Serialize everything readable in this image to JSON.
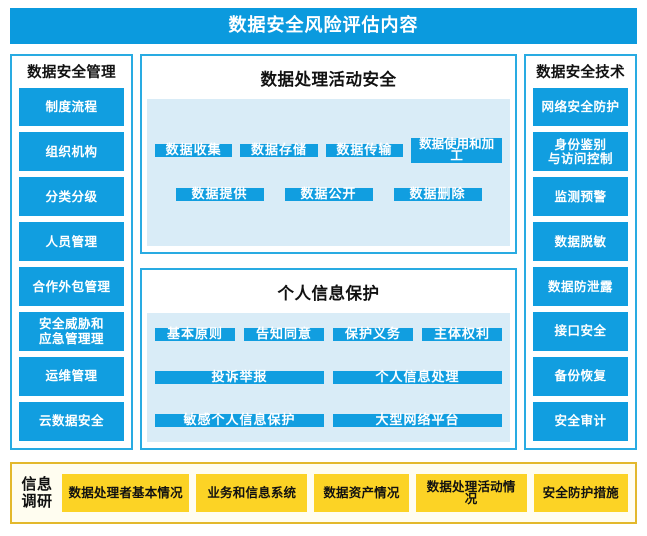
{
  "header": {
    "title": "数据安全风险评估内容",
    "bg_color": "#0b9ade",
    "text_color": "#ffffff"
  },
  "colors": {
    "panel_border": "#29abe2",
    "chip_blue": "#119ee0",
    "inner_panel": "#d9ecf7",
    "survey_border": "#e3b82c",
    "survey_bg": "#fffdf0",
    "survey_chip": "#fcd325"
  },
  "left_panel": {
    "title": "数据安全管理",
    "items": [
      {
        "label": "制度流程"
      },
      {
        "label": "组织机构"
      },
      {
        "label": "分类分级"
      },
      {
        "label": "人员管理"
      },
      {
        "label": "合作外包管理"
      },
      {
        "label": "安全威胁和",
        "label2": "应急管理理"
      },
      {
        "label": "运维管理"
      },
      {
        "label": "云数据安全"
      }
    ]
  },
  "right_panel": {
    "title": "数据安全技术",
    "items": [
      {
        "label": "网络安全防护"
      },
      {
        "label": "身份鉴别",
        "label2": "与访问控制"
      },
      {
        "label": "监测预警"
      },
      {
        "label": "数据脱敏"
      },
      {
        "label": "数据防泄露"
      },
      {
        "label": "接口安全"
      },
      {
        "label": "备份恢复"
      },
      {
        "label": "安全审计"
      }
    ]
  },
  "data_processing_panel": {
    "title": "数据处理活动安全",
    "row1": [
      {
        "label": "数据收集"
      },
      {
        "label": "数据存储"
      },
      {
        "label": "数据传输"
      },
      {
        "label": "数据使用和加工"
      }
    ],
    "row2": [
      {
        "label": "数据提供"
      },
      {
        "label": "数据公开"
      },
      {
        "label": "数据删除"
      }
    ]
  },
  "personal_info_panel": {
    "title": "个人信息保护",
    "row1": [
      {
        "label": "基本原则"
      },
      {
        "label": "告知同意"
      },
      {
        "label": "保护义务"
      },
      {
        "label": "主体权利"
      }
    ],
    "row2": [
      {
        "label": "投诉举报"
      },
      {
        "label": "个人信息处理"
      }
    ],
    "row3": [
      {
        "label": "敏感个人信息保护"
      },
      {
        "label": "大型网络平台"
      }
    ]
  },
  "survey_bar": {
    "label_line1": "信息",
    "label_line2": "调研",
    "items": [
      {
        "label": "数据处理者基本情况"
      },
      {
        "label": "业务和信息系统"
      },
      {
        "label": "数据资产情况"
      },
      {
        "label": "数据处理活动情况"
      },
      {
        "label": "安全防护措施"
      }
    ]
  }
}
